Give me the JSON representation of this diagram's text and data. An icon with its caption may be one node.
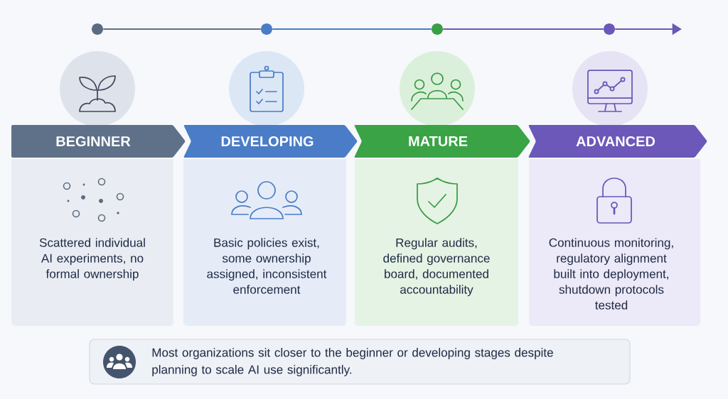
{
  "diagram": {
    "nodes": [
      {
        "text": [],
        "shape": "circle"
      },
      {
        "text": [],
        "shape": "circle"
      },
      {
        "text": [],
        "shape": "circle"
      },
      {
        "text": [],
        "shape": "circle"
      },
      {
        "text": [
          "BEGINNER"
        ]
      },
      {
        "text": [
          "DEVELOPING"
        ]
      },
      {
        "text": [
          "MATURE"
        ]
      },
      {
        "text": [
          "ADVANCED"
        ]
      },
      {
        "text": [
          "Scattered individual AI experiments, no formal ownership"
        ]
      },
      {
        "text": [
          "Basic policies exist, some ownership assigned, inconsistent enforcement"
        ]
      },
      {
        "text": [
          "Regular audits, defined governance board, documented accountability"
        ]
      },
      {
        "text": [
          "Continuous monitoring, regulatory alignment built into deployment, shutdown protocols tested"
        ]
      },
      {
        "text": [
          "Most organizations sit closer to the beginner or developing stages despite planning to scale AI use significantly."
        ]
      }
    ],
    "edges": [
      {
        "from": 0,
        "to": 1,
        "arrow": "none",
        "color": "#5f7089"
      },
      {
        "from": 1,
        "to": 2,
        "arrow": "none",
        "color": "#4a7cc7"
      },
      {
        "from": 2,
        "to": 3,
        "arrow": "none",
        "color": "#6b58b8"
      },
      {
        "from": 3,
        "to": null,
        "arrow": "to",
        "color": "#6b58b8"
      }
    ]
  }
}
